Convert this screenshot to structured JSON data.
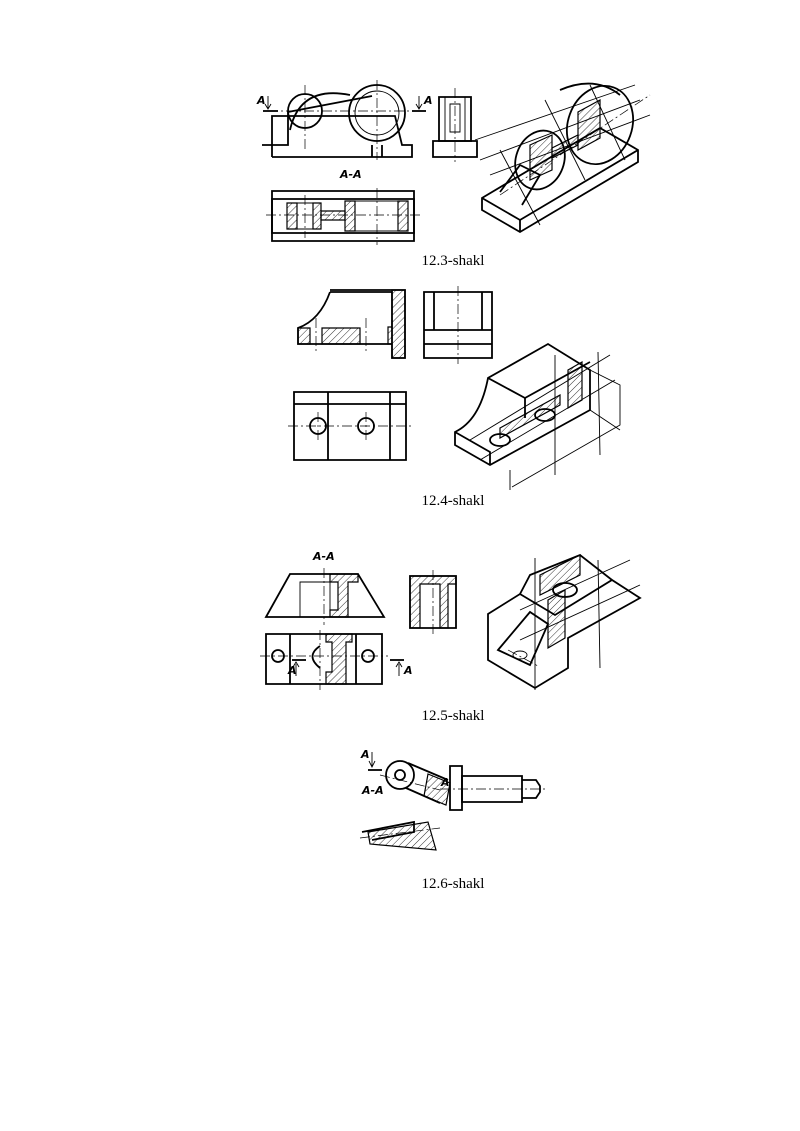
{
  "figures": [
    {
      "caption": "12.3-shakl",
      "labels": {
        "section_title": "A-A",
        "cut_left": "A",
        "cut_right": "A"
      }
    },
    {
      "caption": "12.4-shakl"
    },
    {
      "caption": "12.5-shakl",
      "labels": {
        "section_title": "A-A",
        "cut_left": "A",
        "cut_right": "A"
      }
    },
    {
      "caption": "12.6-shakl",
      "labels": {
        "section_title": "A-A",
        "cut_top": "A",
        "cut_side": "A"
      }
    }
  ]
}
